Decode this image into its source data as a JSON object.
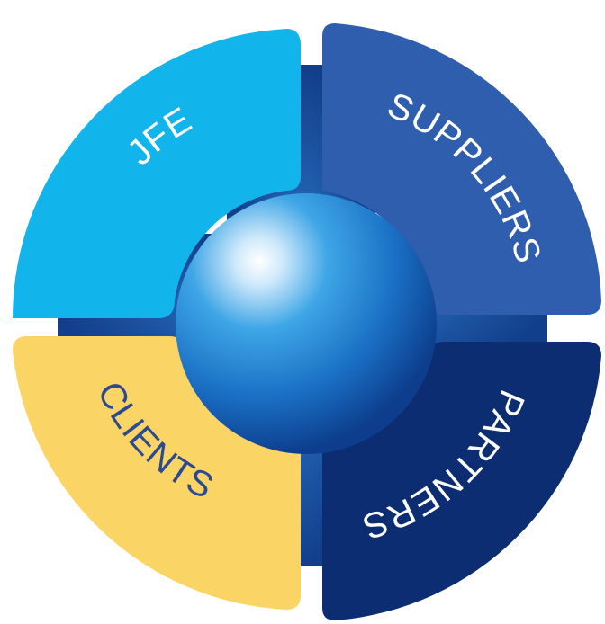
{
  "diagram": {
    "segments": [
      {
        "id": "jfe",
        "label": "JFE",
        "color": "#12b4ec"
      },
      {
        "id": "suppliers",
        "label": "SUPPLIERS",
        "color": "#2e5ead"
      },
      {
        "id": "partners",
        "label": "PARTNERS",
        "color": "#0c2d72"
      },
      {
        "id": "clients",
        "label": "CLIENTS",
        "color": "#fbd466"
      }
    ],
    "colors": {
      "ring": "#1a4d9c",
      "sphere_highlight": "#ffffff",
      "sphere_mid": "#1e8fd6",
      "sphere_dark": "#0d3d8c"
    }
  }
}
